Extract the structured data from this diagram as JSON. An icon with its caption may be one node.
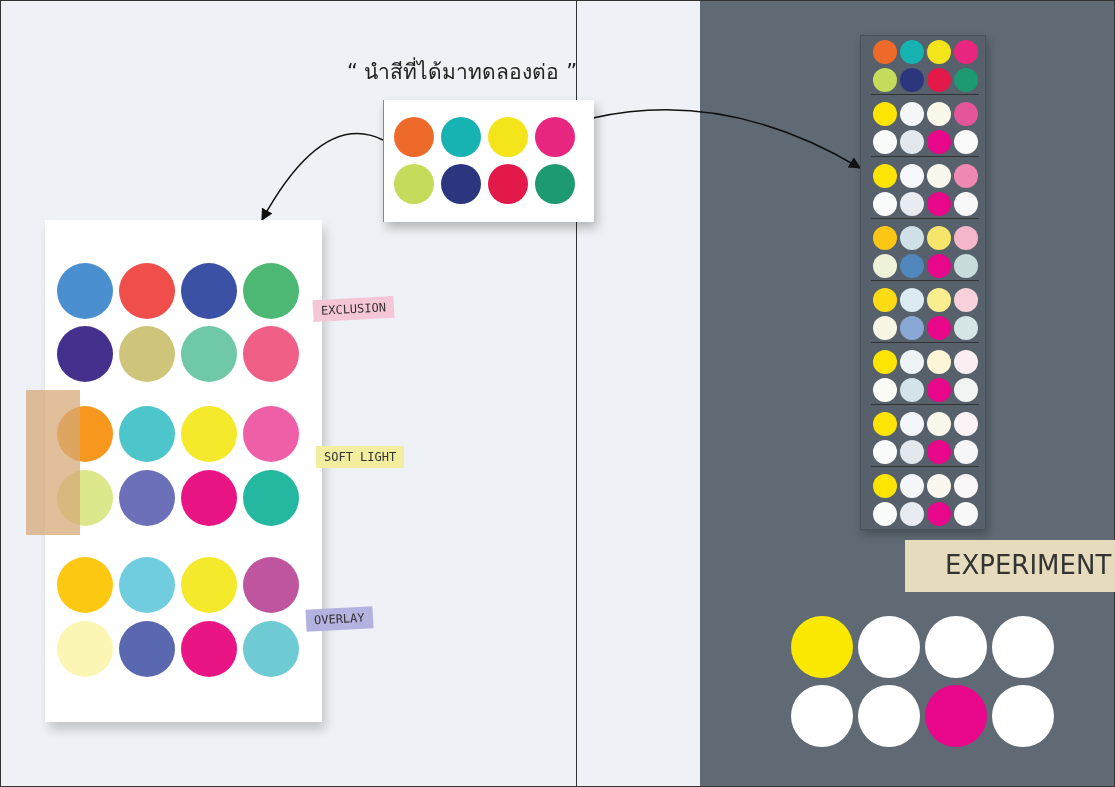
{
  "diagram": {
    "nodes": [
      {
        "text": [
          "“ นำสีที่ได้มาทดลองต่อ ”"
        ]
      },
      {
        "text": [],
        "shape": "box"
      },
      {
        "text": [],
        "shape": "box"
      }
    ],
    "edges": [
      {
        "from": 0,
        "to": 1,
        "arrow": "to"
      },
      {
        "from": 0,
        "to": 2,
        "arrow": "to"
      }
    ],
    "labels": [
      "EXCLUSION",
      "SOFT LIGHT",
      "OVERLAY",
      "EXPERIMENT"
    ]
  }
}
